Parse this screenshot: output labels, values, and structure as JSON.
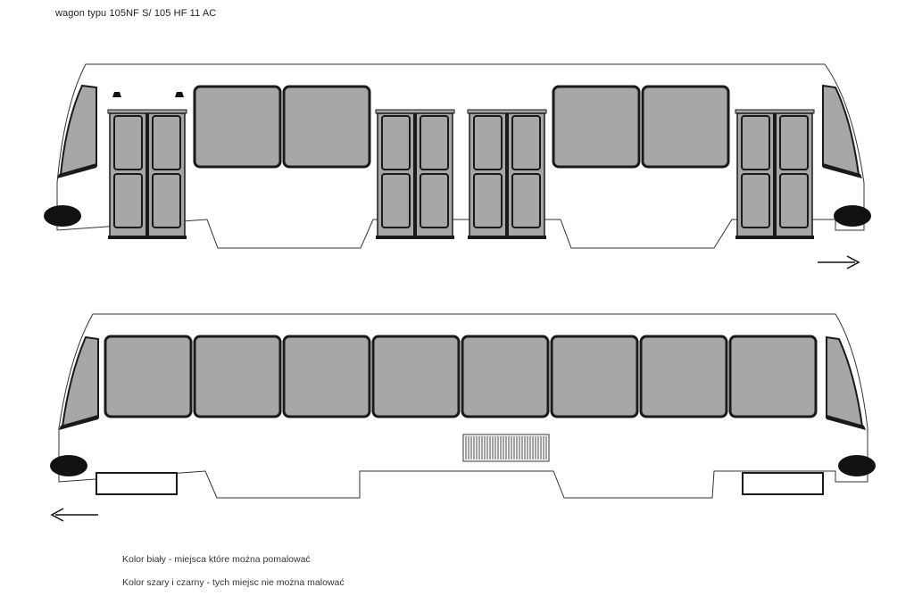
{
  "title": "wagon typu 105NF S/ 105 HF 11 AC",
  "legend": {
    "white": "Kolor biały - miejsca które można pomalować",
    "grey_black": "Kolor szary i czarny - tych miejsc nie można malować"
  },
  "colors": {
    "outline": "#1a1a1a",
    "window_fill": "#a7a7a9",
    "body_fill": "#ffffff"
  },
  "views": {
    "top": {
      "arrow_direction": "right"
    },
    "bottom": {
      "arrow_direction": "left"
    }
  }
}
